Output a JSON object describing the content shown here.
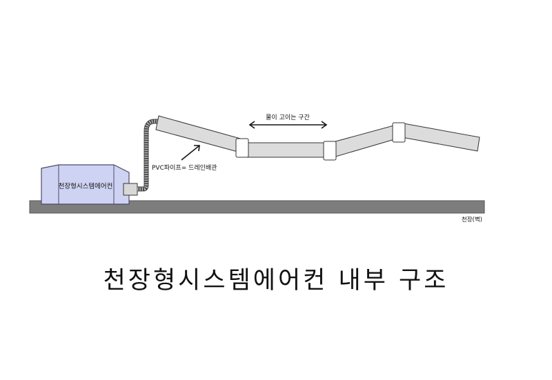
{
  "diagram": {
    "unit_label": "천장형시스템에어컨",
    "pipe_label": "PVC파이프= 드레인배관",
    "water_section_label": "물이 고이는 구간",
    "ceiling_label": "천장(벽)",
    "title": "천장형시스템에어컨 내부 구조"
  },
  "colors": {
    "unit_fill": "#cfd3f3",
    "ceiling_fill": "#7d7d7d",
    "pipe_fill": "#dcdcdc",
    "connector_fill": "#ffffff",
    "outline": "#333333"
  }
}
